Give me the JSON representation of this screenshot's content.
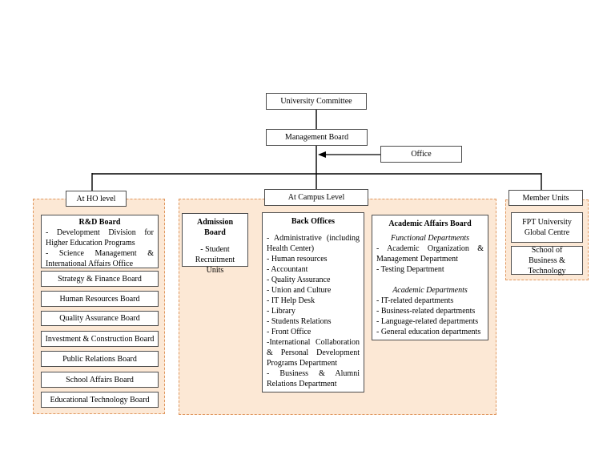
{
  "top": {
    "university_committee": "University Committee",
    "management_board": "Management Board",
    "office": "Office"
  },
  "levels": {
    "ho_label": "At HO level",
    "campus_label": "At Campus Level",
    "member_label": "Member Units"
  },
  "ho": {
    "rnd": {
      "title": "R&D Board",
      "items": [
        "- Development Division for Higher Education Programs",
        "- Science Management & International Affairs Office"
      ]
    },
    "boards": [
      "Strategy & Finance Board",
      "Human Resources Board",
      "Quality Assurance Board",
      "Investment & Construction Board",
      "Public Relations Board",
      "School Affairs Board",
      "Educational Technology Board"
    ]
  },
  "campus": {
    "admission": {
      "title": "Admission Board",
      "item": "- Student Recruitment Units"
    },
    "back_offices": {
      "title": "Back Offices",
      "items": [
        "- Administrative (including Health Center)",
        "- Human resources",
        "- Accountant",
        "- Quality Assurance",
        "- Union and Culture",
        "- IT Help Desk",
        "- Library",
        "- Students Relations",
        "- Front Office",
        "-International Collaboration & Personal Development Programs Department",
        "- Business & Alumni Relations Department"
      ]
    },
    "academic": {
      "title": "Academic Affairs Board",
      "functional_heading": "Functional Departments",
      "functional_items": [
        "- Academic Organization & Management Department",
        "- Testing Department"
      ],
      "academic_heading": "Academic Departments",
      "academic_items": [
        "- IT-related departments",
        "- Business-related departments",
        "- Language-related departments",
        "- General education departments"
      ]
    }
  },
  "member": {
    "units": [
      "FPT University Global Centre",
      "School of Business & Technology"
    ]
  },
  "colors": {
    "section_fill": "#fce8d5",
    "section_border": "#e0975f",
    "box_border": "#4d4d4d",
    "line": "#000000"
  }
}
